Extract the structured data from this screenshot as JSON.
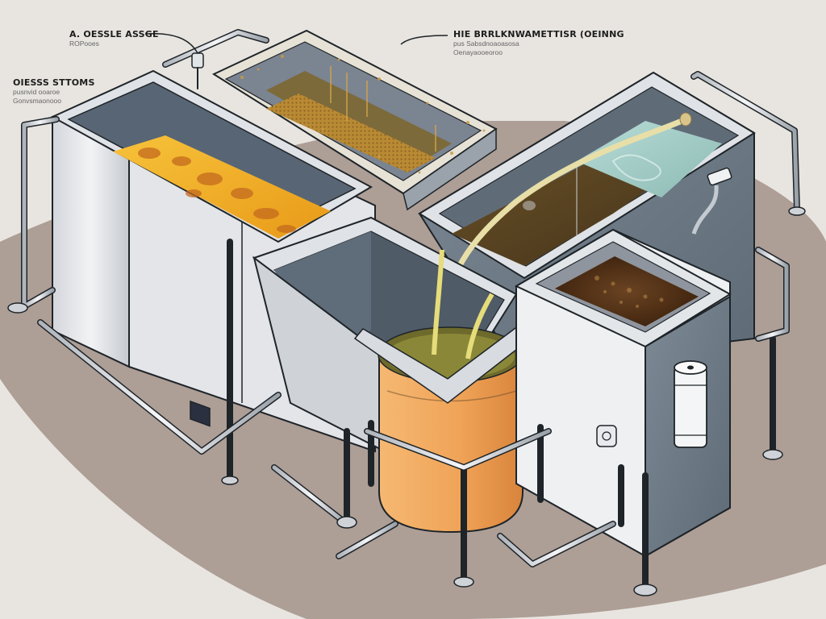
{
  "diagram": {
    "subject": "Isometric illustration of a multi-chamber grease trap / wastewater separator system",
    "colors": {
      "background": "#e8e5e0",
      "floor_shadow": "#ad9e96",
      "tank_light": "#e6e8ec",
      "tank_mid": "#c9cdd3",
      "tank_dark": "#6d7b86",
      "tank_inner": "#5b6875",
      "outline": "#1e2428",
      "grease_yellow": "#f0b020",
      "grease_spots": "#c86a1c",
      "screen_mesh": "#b8862f",
      "murky_water": "#5a4320",
      "clear_water": "#a6cdc8",
      "sludge": "#4a2a12",
      "drum_orange": "#f0a85a",
      "drum_shadow": "#d88a40",
      "effluent_stream": "#e8dfa8",
      "pipe": "#d7dbe0"
    }
  },
  "labels": [
    {
      "id": "label-top-left",
      "title": "A. OESSLE ASSGE",
      "lines": [
        "ROPooes"
      ]
    },
    {
      "id": "label-left",
      "title": "OIESSS STTOMS",
      "lines": [
        "pusnvid ooaroe",
        "Gonvsmaonooo"
      ]
    },
    {
      "id": "label-top-right",
      "title": "HIE BRRLKNWAMETTISR (OEINNG",
      "lines": [
        "pus Sabsdnoaoasosa",
        "Oenayaooeoroo"
      ]
    }
  ],
  "components": [
    {
      "id": "grease-interceptor-tank",
      "content": "yellow grease layer with orange oil spots"
    },
    {
      "id": "screen-filter-basin",
      "content": "mesh screen with debris-lined rim"
    },
    {
      "id": "settling-tank",
      "content": "murky brown water with clear water section, inflow hose"
    },
    {
      "id": "discharge-hopper",
      "content": "empty gray funnel feeding drum"
    },
    {
      "id": "collection-drum",
      "content": "orange drum holding yellow-green effluent"
    },
    {
      "id": "sludge-tank",
      "content": "dark brown sludge with sediment"
    },
    {
      "id": "filter-cartridge",
      "content": "white cylindrical filter"
    },
    {
      "id": "pipework",
      "content": "support rails, drain pipes, valves"
    }
  ]
}
